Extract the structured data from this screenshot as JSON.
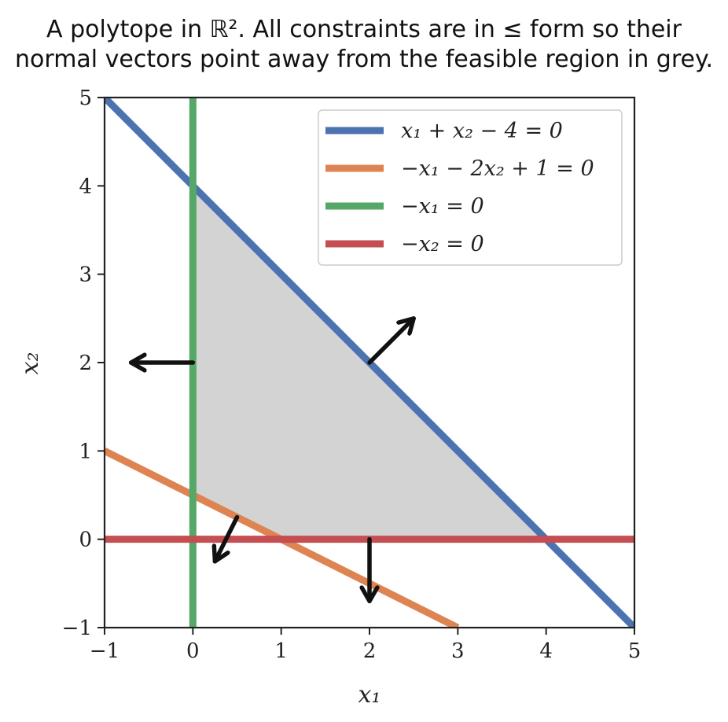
{
  "chart_data": {
    "type": "line",
    "title_line1": "A polytope in ℝ². All constraints are in ≤ form so their",
    "title_line2": "normal vectors point away from the feasible region in grey.",
    "xlabel": "x₁",
    "ylabel": "x₂",
    "xlim": [
      -1,
      5
    ],
    "ylim": [
      -1,
      5
    ],
    "xticks": [
      -1,
      0,
      1,
      2,
      3,
      4,
      5
    ],
    "yticks": [
      -1,
      0,
      1,
      2,
      3,
      4,
      5
    ],
    "xtick_labels": [
      "−1",
      "0",
      "1",
      "2",
      "3",
      "4",
      "5"
    ],
    "ytick_labels": [
      "−1",
      "0",
      "1",
      "2",
      "3",
      "4",
      "5"
    ],
    "grid": false,
    "legend_position": "top-right",
    "feasible_region": {
      "polygon": [
        [
          0,
          0.5
        ],
        [
          1,
          0
        ],
        [
          4,
          0
        ],
        [
          0,
          4
        ]
      ],
      "color": "#d3d3d3"
    },
    "series": [
      {
        "name": "x₁ + x₂ − 4 = 0",
        "color": "#4c72b0",
        "x": [
          -1,
          5
        ],
        "y": [
          5,
          -1
        ]
      },
      {
        "name": "−x₁ − 2x₂ + 1 = 0",
        "color": "#dd8452",
        "x": [
          -1,
          3
        ],
        "y": [
          1,
          -1
        ]
      },
      {
        "name": "−x₁ = 0",
        "color": "#55a868",
        "x": [
          0,
          0
        ],
        "y": [
          -1,
          5
        ]
      },
      {
        "name": "−x₂ = 0",
        "color": "#c44e52",
        "x": [
          -1,
          5
        ],
        "y": [
          0,
          0
        ]
      }
    ],
    "normal_vectors": [
      {
        "from": [
          2,
          2
        ],
        "to": [
          2.5,
          2.5
        ]
      },
      {
        "from": [
          0.5,
          0.25
        ],
        "to": [
          0.25,
          -0.25
        ]
      },
      {
        "from": [
          0,
          2
        ],
        "to": [
          -0.7,
          2.0
        ]
      },
      {
        "from": [
          2,
          0
        ],
        "to": [
          2,
          -0.7
        ]
      }
    ]
  }
}
